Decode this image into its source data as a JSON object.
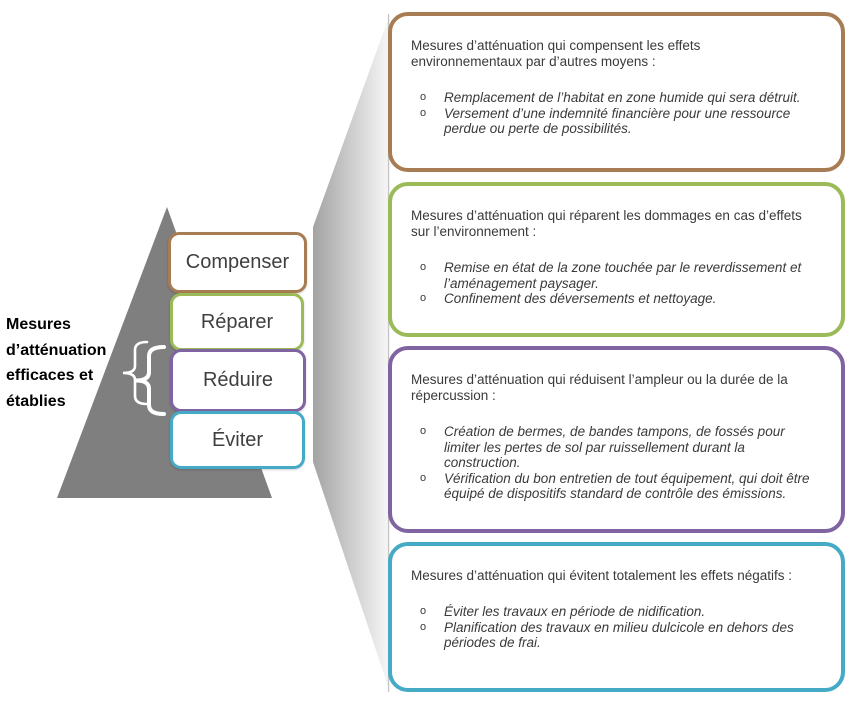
{
  "left_label": "Mesures d’atténuation efficaces et établies",
  "bullet_marker": "o",
  "colors": {
    "compenser_brown": "#a87c52",
    "reparer_green": "#9bbb59",
    "reduire_purple": "#8064a2",
    "eviter_teal": "#45aac6",
    "pyramid_gray": "#7f7f7f",
    "text_dark": "#3a3a3a"
  },
  "pyramid_levels": [
    {
      "label": "Compenser",
      "color": "#a87c52"
    },
    {
      "label": "Réparer",
      "color": "#9bbb59"
    },
    {
      "label": "Réduire",
      "color": "#8064a2"
    },
    {
      "label": "Éviter",
      "color": "#45aac6"
    }
  ],
  "detail_boxes": [
    {
      "color": "#a87c52",
      "title_lines": [
        "Mesures d’atténuation qui compensent les effets",
        "environnementaux par d’autres moyens :"
      ],
      "bullets": [
        "Remplacement de l’habitat en zone humide qui sera détruit.",
        "Versement d’une indemnité financière pour une ressource perdue ou perte de possibilités."
      ]
    },
    {
      "color": "#9bbb59",
      "title_lines": [
        "Mesures d’atténuation qui réparent les dommages en cas d’effets",
        "sur l’environnement :"
      ],
      "bullets": [
        "Remise en état de la zone touchée par le reverdissement et l’aménagement paysager.",
        "Confinement des déversements et nettoyage."
      ]
    },
    {
      "color": "#8064a2",
      "title_lines": [
        "Mesures d’atténuation qui réduisent l’ampleur ou la durée de la",
        "répercussion :"
      ],
      "bullets": [
        "Création de bermes, de bandes tampons, de fossés pour limiter les pertes de sol par ruissellement durant la construction.",
        "Vérification du bon entretien de tout équipement, qui doit être équipé de dispositifs standard de contrôle des émissions."
      ]
    },
    {
      "color": "#45aac6",
      "title_lines": [
        "Mesures d’atténuation qui évitent totalement les effets négatifs :"
      ],
      "bullets": [
        "Éviter les travaux en période de nidification.",
        "Planification des travaux en milieu dulcicole en dehors des périodes de frai."
      ]
    }
  ]
}
